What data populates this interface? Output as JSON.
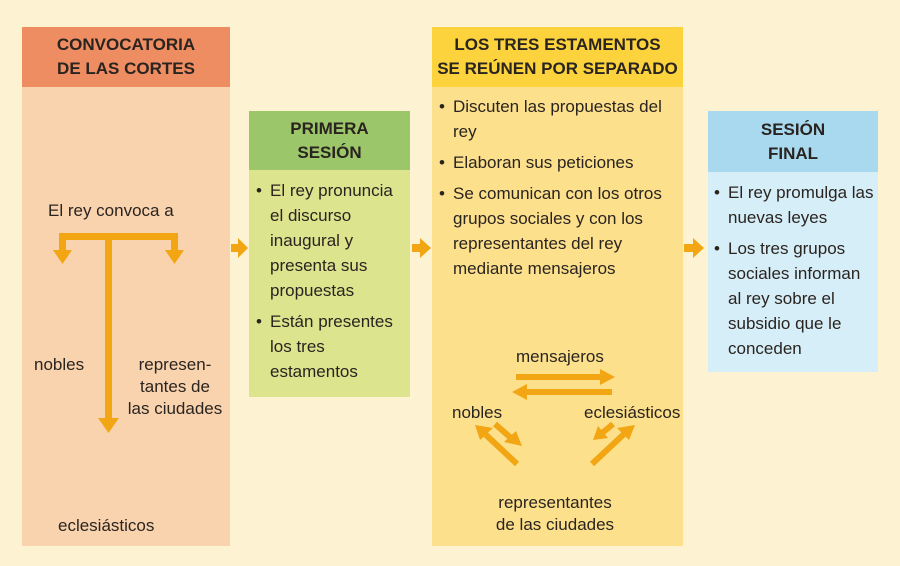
{
  "colors": {
    "arrow": "#f2a614",
    "box1_header": "#ee8c62",
    "box1_body": "#f9d3ae",
    "box2_header": "#9cc66a",
    "box2_body": "#dce48e",
    "box3_header": "#fcd33c",
    "box3_body": "#fce08c",
    "box4_header": "#a8d9ef",
    "box4_body": "#d6eef8"
  },
  "convocatoria": {
    "title_line1": "CONVOCATORIA",
    "title_line2": "DE LAS CORTES",
    "intro": "El rey convoca a",
    "nobles": "nobles",
    "representantes_1": "represen-",
    "representantes_2": "tantes de",
    "representantes_3": "las ciudades",
    "eclesiasticos": "eclesiásticos"
  },
  "primera_sesion": {
    "title_line1": "PRIMERA",
    "title_line2": "SESIÓN",
    "bullets": [
      "El rey pronuncia el discurso inaugural y presenta sus propuestas",
      "Están presentes los tres estamentos"
    ]
  },
  "estamentos": {
    "title_line1": "LOS TRES ESTAMENTOS",
    "title_line2": "SE REÚNEN POR SEPARADO",
    "bullets": [
      "Discuten las propuestas del rey",
      "Elaboran sus peticiones",
      "Se comunican con los otros grupos sociales y con los representantes del rey mediante mensajeros"
    ],
    "mensajeros": "mensajeros",
    "nobles": "nobles",
    "eclesiasticos": "eclesiásticos",
    "representantes_1": "representantes",
    "representantes_2": "de las ciudades"
  },
  "sesion_final": {
    "title_line1": "SESIÓN",
    "title_line2": "FINAL",
    "bullets": [
      "El rey promulga las nuevas leyes",
      "Los tres grupos sociales informan al rey sobre el subsidio que le conceden"
    ]
  }
}
